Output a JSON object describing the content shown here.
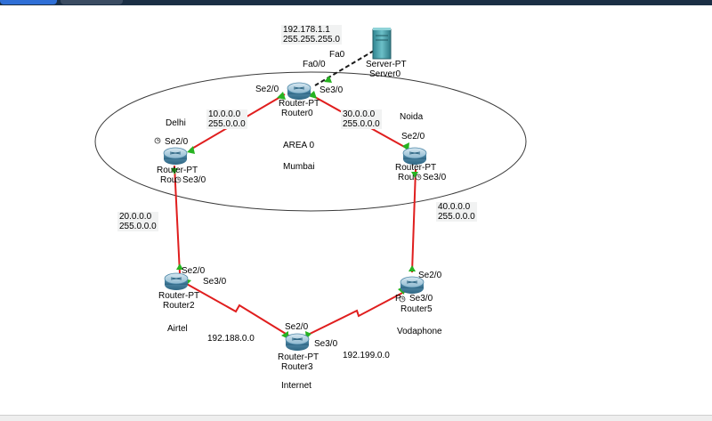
{
  "area_label": "AREA 0",
  "zones": {
    "top_left": "Delhi",
    "top_right": "Noida",
    "center": "Mumbai",
    "bottom_left": "Airtel",
    "bottom_right": "Vodaphone",
    "bottom_center": "Internet"
  },
  "server": {
    "ip": "192.178.1.1",
    "mask": "255.255.255.0",
    "type": "Server-PT",
    "name": "Server0",
    "port": "Fa0"
  },
  "routers": {
    "r0": {
      "type": "Router-PT",
      "name": "Router0",
      "port_fa": "Fa0/0",
      "port_left": "Se2/0",
      "port_right": "Se3/0"
    },
    "r1": {
      "type": "Router-PT",
      "name": "Rou",
      "port_top": "Se2/0",
      "port_bottom": "Se3/0"
    },
    "r4": {
      "type": "Router-PT",
      "name": "Rou",
      "port_top": "Se2/0",
      "port_bottom": "Se3/0"
    },
    "r2": {
      "type": "Router-PT",
      "name": "Router2",
      "port_top": "Se2/0",
      "port_right": "Se3/0"
    },
    "r5": {
      "type": "P",
      "name": "Router5",
      "port_top": "Se2/0",
      "port_left": "Se3/0"
    },
    "r3": {
      "type": "Router-PT",
      "name": "Router3",
      "port_top": "Se2/0",
      "port_right": "Se3/0"
    }
  },
  "networks": {
    "n10": "10.0.0.0\n255.0.0.0",
    "n30": "30.0.0.0\n255.0.0.0",
    "n20": "20.0.0.0\n255.0.0.0",
    "n40": "40.0.0.0\n255.0.0.0",
    "n188": "192.188.0.0",
    "n199": "192.199.0.0"
  },
  "colors": {
    "link_serial": "#e01e1e",
    "link_ethernet": "#1a1a1a",
    "port_up": "#27b321",
    "router": "#4b86a6",
    "server": "#3a8f9a",
    "label_bg": "#f1f2f2"
  }
}
